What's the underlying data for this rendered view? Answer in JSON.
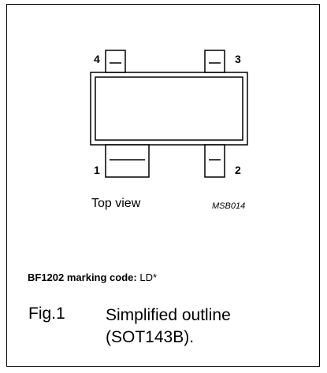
{
  "pins": [
    {
      "number": "1"
    },
    {
      "number": "2"
    },
    {
      "number": "3"
    },
    {
      "number": "4"
    }
  ],
  "view_label": "Top view",
  "drawing_code": "MSB014",
  "marking": {
    "label": "BF1202 marking code:",
    "value": "LD*"
  },
  "figure": {
    "number": "Fig.1",
    "title_line1": "Simplified outline",
    "title_line2": "(SOT143B)."
  },
  "colors": {
    "stroke": "#000000",
    "background": "#ffffff"
  }
}
